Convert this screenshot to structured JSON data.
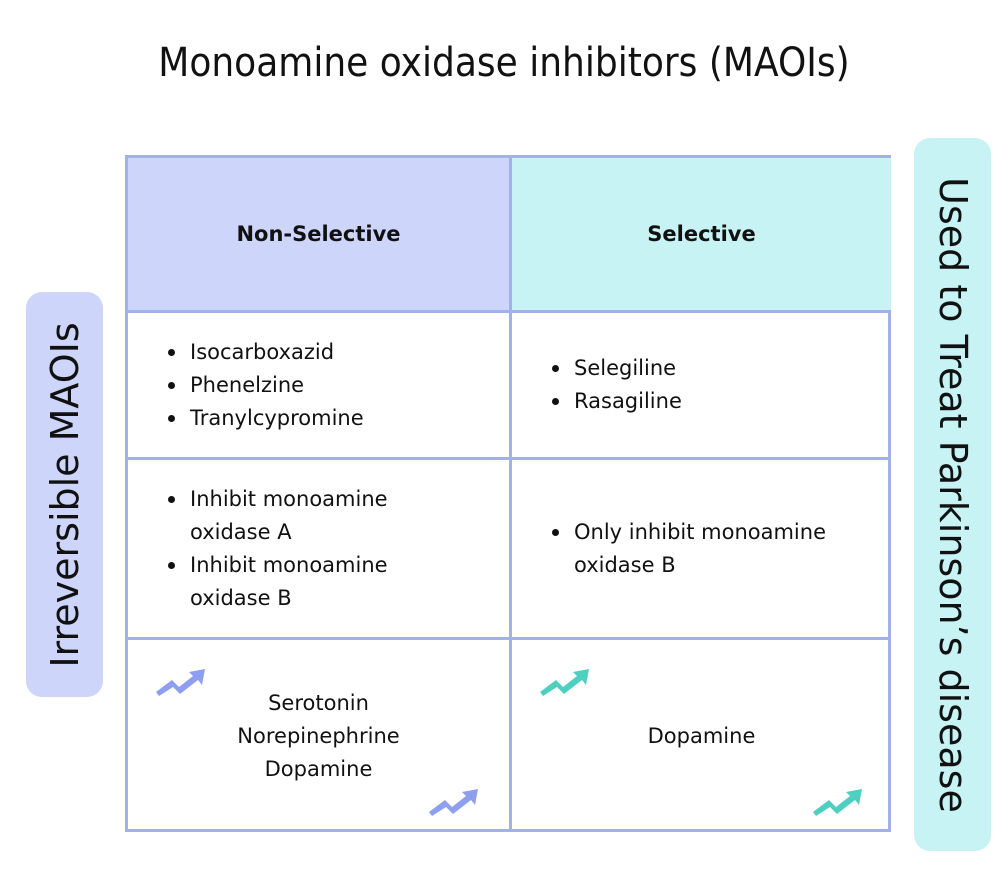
{
  "title": "Monoamine oxidase inhibitors (MAOIs)",
  "side_labels": {
    "left": "Irreversible MAOIs",
    "right": "Used to Treat Parkinson’s disease"
  },
  "colors": {
    "non_selective": "#cdd5fb",
    "selective": "#c8f3f5",
    "border": "#a3b1ea",
    "arrow_non_selective": "#8e9ef0",
    "arrow_selective": "#4fcfc0"
  },
  "table": {
    "columns": [
      "Non-Selective",
      "Selective"
    ],
    "rows": [
      {
        "non_selective": [
          "Isocarboxazid",
          "Phenelzine",
          "Tranylcypromine"
        ],
        "selective": [
          "Selegiline",
          "Rasagiline"
        ]
      },
      {
        "non_selective": [
          "Inhibit monoamine oxidase A",
          "Inhibit monoamine oxidase B"
        ],
        "selective": [
          "Only inhibit monoamine oxidase B"
        ]
      },
      {
        "non_selective": [
          "Serotonin",
          "Norepinephrine",
          "Dopamine"
        ],
        "selective": [
          "Dopamine"
        ],
        "icon": "trend-up-arrow-icon"
      }
    ]
  }
}
